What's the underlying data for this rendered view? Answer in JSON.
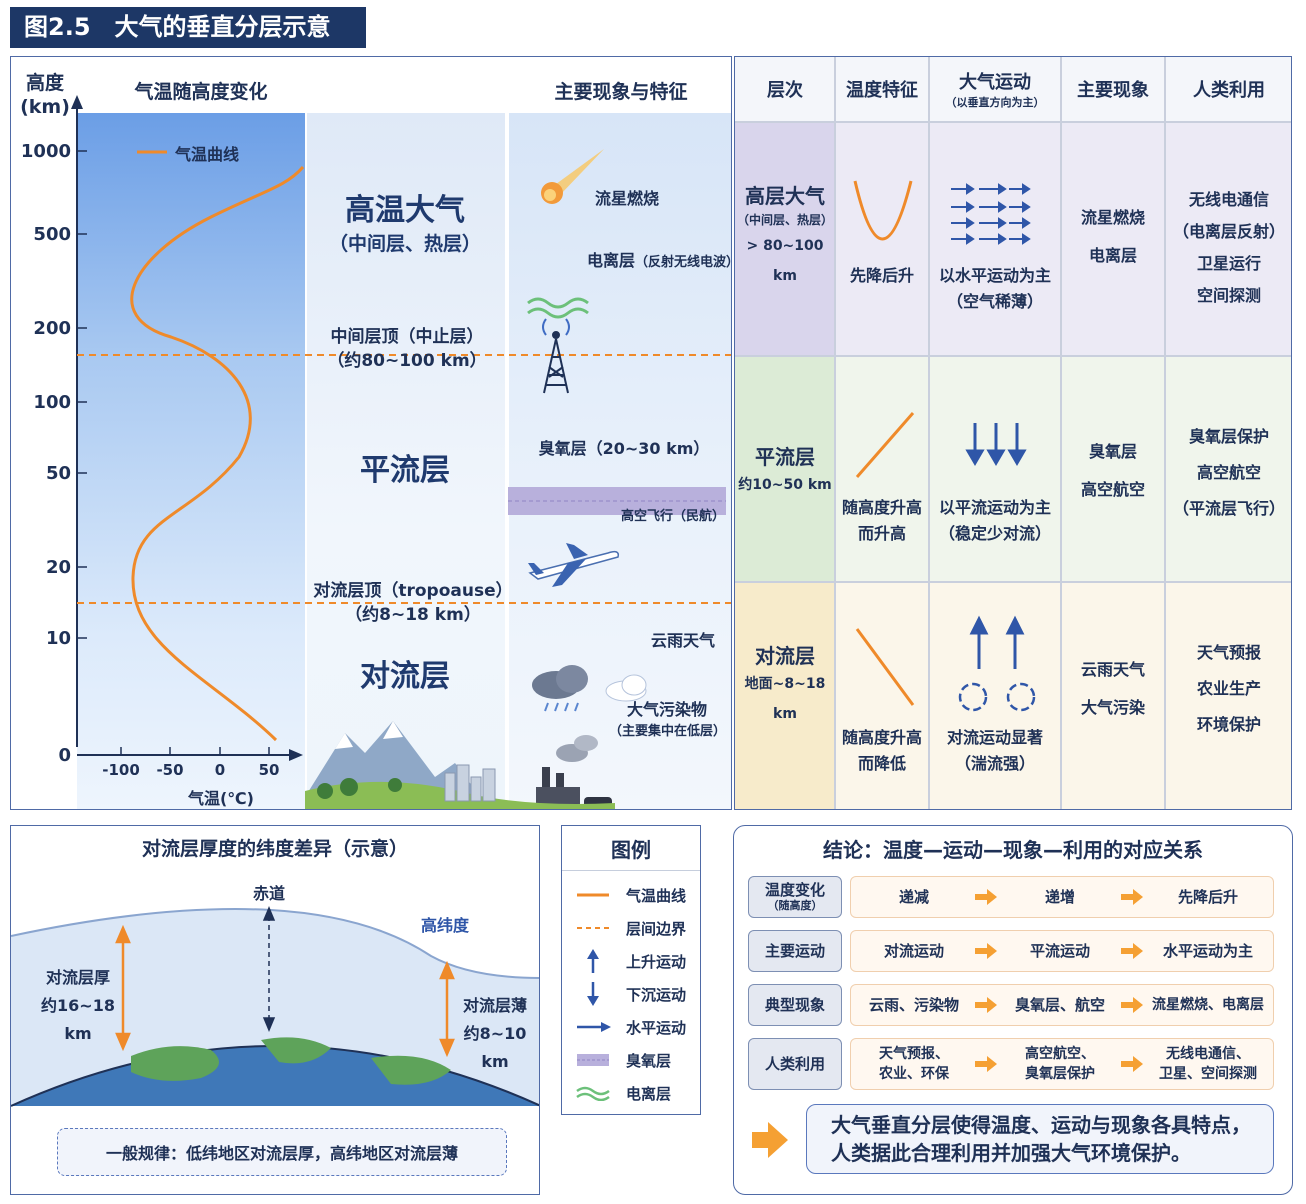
{
  "title": "图2.5　大气的垂直分层示意",
  "chart": {
    "y_axis_title": "高度",
    "y_axis_unit": "(km)",
    "y_ticks": [
      "1000",
      "500",
      "200",
      "100",
      "50",
      "20",
      "10",
      "0"
    ],
    "x_ticks": [
      "-100",
      "-50",
      "0",
      "50"
    ],
    "x_axis_title": "气温(℃)",
    "column_heading_curve": "气温随高度变化",
    "column_heading_phenomena": "主要现象与特征",
    "curve_legend": "气温曲线",
    "curve_color": "#ef8a2a",
    "boundary_color": "#ef8a2a",
    "layers": {
      "upper": {
        "name": "高温大气",
        "sub": "（中间层、热层）"
      },
      "strat": {
        "name": "平流层"
      },
      "tropo": {
        "name": "对流层"
      }
    },
    "boundary_upper": {
      "line1": "中间层顶（中止层）",
      "line2": "（约80~100 km）"
    },
    "boundary_lower": {
      "line1": "对流层顶（tropoause）",
      "line2": "（约8~18 km）"
    },
    "phenomena": {
      "meteor": "流星燃烧",
      "ionosphere": "电离层",
      "ionosphere_note": "（反射无线电波）",
      "ozone": "臭氧层（20~30 km）",
      "flight": "高空飞行（民航）",
      "weather": "云雨天气",
      "pollution_line1": "大气污染物",
      "pollution_line2": "（主要集中在低层）"
    }
  },
  "table": {
    "headers": {
      "layer": "层次",
      "temp": "温度特征",
      "motion": "大气运动",
      "motion_note": "（以垂直方向为主）",
      "phen": "主要现象",
      "use": "人类利用"
    },
    "rows": {
      "upper": {
        "layer": "高层大气",
        "layer_note": "（中间层、热层）",
        "range": "> 80~100 km",
        "temp": "先降后升",
        "motion_1": "以水平运动为主",
        "motion_2": "（空气稀薄）",
        "phen_1": "流星燃烧",
        "phen_2": "电离层",
        "use_1": "无线电通信",
        "use_2": "（电离层反射）",
        "use_3": "卫星运行",
        "use_4": "空间探测",
        "bg": "#dcd9ed"
      },
      "strat": {
        "layer": "平流层",
        "range": "约10~50 km",
        "temp_1": "随高度升高",
        "temp_2": "而升高",
        "motion_1": "以平流运动为主",
        "motion_2": "（稳定少对流）",
        "phen_1": "臭氧层",
        "phen_2": "高空航空",
        "use_1": "臭氧层保护",
        "use_2": "高空航空",
        "use_3": "（平流层飞行）",
        "bg": "#e2eddb"
      },
      "tropo": {
        "layer": "对流层",
        "range": "地面~8~18 km",
        "temp_1": "随高度升高",
        "temp_2": "而降低",
        "motion_1": "对流运动显著",
        "motion_2": "（湍流强）",
        "phen_1": "云雨天气",
        "phen_2": "大气污染",
        "use_1": "天气预报",
        "use_2": "农业生产",
        "use_3": "环境保护",
        "bg": "#f8eccf"
      }
    }
  },
  "latitude": {
    "title": "对流层厚度的纬度差异（示意）",
    "equator": "赤道",
    "high_lat": "高纬度",
    "thick_1": "对流层厚",
    "thick_2": "约16~18 km",
    "thin_1": "对流层薄",
    "thin_2": "约8~10 km",
    "note": "一般规律：低纬地区对流层厚，高纬地区对流层薄"
  },
  "legend": {
    "title": "图例",
    "items": [
      "气温曲线",
      "层间边界",
      "上升运动",
      "下沉运动",
      "水平运动",
      "臭氧层",
      "电离层"
    ]
  },
  "conclusion": {
    "title": "结论：温度—运动—现象—利用的对应关系",
    "rows": [
      {
        "label": "温度变化",
        "label_note": "（随高度）",
        "items": [
          "递减",
          "递增",
          "先降后升"
        ]
      },
      {
        "label": "主要运动",
        "items": [
          "对流运动",
          "平流运动",
          "水平运动为主"
        ]
      },
      {
        "label": "典型现象",
        "items": [
          "云雨、污染物",
          "臭氧层、航空",
          "流星燃烧、电离层"
        ]
      },
      {
        "label": "人类利用",
        "items": [
          "天气预报、\n农业、环保",
          "高空航空、\n臭氧层保护",
          "无线电通信、\n卫星、空间探测"
        ]
      }
    ],
    "summary_1": "大气垂直分层使得温度、运动与现象各具特点，",
    "summary_2": "人类据此合理利用并加强大气环境保护。",
    "accent": "#f5a033"
  }
}
